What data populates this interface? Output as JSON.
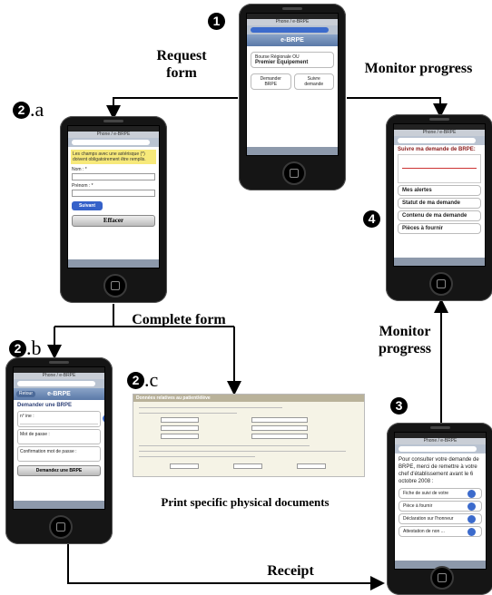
{
  "labels": {
    "request_form": "Request\nform",
    "monitor_progress_top": "Monitor progress",
    "complete_form": "Complete form",
    "monitor_progress_right": "Monitor\nprogress",
    "print_docs": "Print specific physical documents",
    "receipt": "Receipt"
  },
  "steps": {
    "s1": "❶",
    "s2a_suffix": ".a",
    "s2b_suffix": ".b",
    "s2c_suffix": ".c",
    "s3": "❸",
    "s4": "❹",
    "two": "❷"
  },
  "screens": {
    "home": {
      "nav_title": "e-BRPE",
      "row1_line1": "Bourse Régionale  OU",
      "row1_line2": "Premier Equipement",
      "btn_left": "Demander BRPE",
      "btn_right": "Suivre demande"
    },
    "request": {
      "notice": "Les champs avec une astérisque (*) doivent obligatoirement être remplis.",
      "nom_label": "Nom : *",
      "prenom_label": "Prénom : *",
      "submit": "Suivant",
      "clear": "Effacer"
    },
    "complete": {
      "nav_title": "e-BRPE",
      "back": "Retour",
      "heading": "Demander une BRPE",
      "ine_label": "n° ine :",
      "password_label": "Mot de passe :",
      "confirm_label": "Confirmation mot de passe :",
      "submit": "Demandez une BRPE"
    },
    "document": {
      "header": "Données relatives au patient/élève"
    },
    "receipt": {
      "text": "Pour consulter votre demande de BRPE, merci de remettre à votre chef d'établissement avant le 6 octobre 2008 :",
      "item1": "Fiche de suivi de votre",
      "item2": "Pièce à fournir",
      "item3": "Déclaration sur l'honneur",
      "item4": "Attestation de non ..."
    },
    "monitor": {
      "title": "Suivre ma demande de BRPE:",
      "item1": "Mes alertes",
      "item2": "Statut de ma demande",
      "item3": "Contenu de ma demande",
      "item4": "Pièces à fournir"
    }
  }
}
